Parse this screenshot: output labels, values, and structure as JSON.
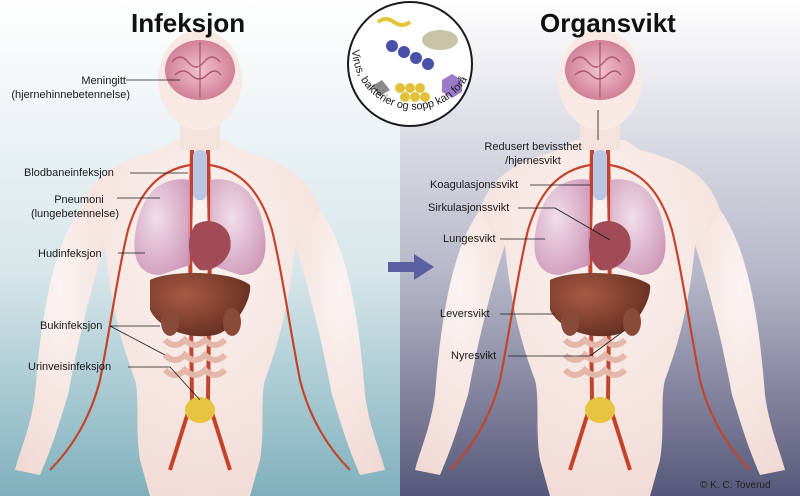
{
  "left_panel": {
    "title": "Infeksjon",
    "labels": {
      "meningitt_l1": "Meningitt",
      "meningitt_l2": "(hjernehinnebetennelse)",
      "blodbane": "Blodbaneinfeksjon",
      "pneumoni_l1": "Pneumoni",
      "pneumoni_l2": "(lungebetennelse)",
      "hud": "Hudinfeksjon",
      "buk": "Bukinfeksjon",
      "urinvei": "Urinveisinfeksjon"
    }
  },
  "center": {
    "circle_caption": "Virus, bakterier og sopp kan forårsake sepsis"
  },
  "right_panel": {
    "title": "Organsvikt",
    "labels": {
      "redusert_l1": "Redusert bevissthet",
      "redusert_l2": "/hjernesvikt",
      "koagulasjon": "Koagulasjonssvikt",
      "sirkulasjon": "Sirkulasjonssvikt",
      "lunge": "Lungesvikt",
      "lever": "Leversvikt",
      "nyre": "Nyresvikt"
    }
  },
  "credit": "© K. C. Toverud",
  "colors": {
    "bg_left_top": "#ffffff",
    "bg_left_bottom": "#7fb0bd",
    "bg_right_top": "#ffffff",
    "bg_right_bottom": "#56587a",
    "arrow": "#5a5fa0",
    "brain": "#e9a6b8",
    "lung": "#d9a6c6",
    "liver": "#7a3a2a",
    "vessel": "#c4442b"
  }
}
